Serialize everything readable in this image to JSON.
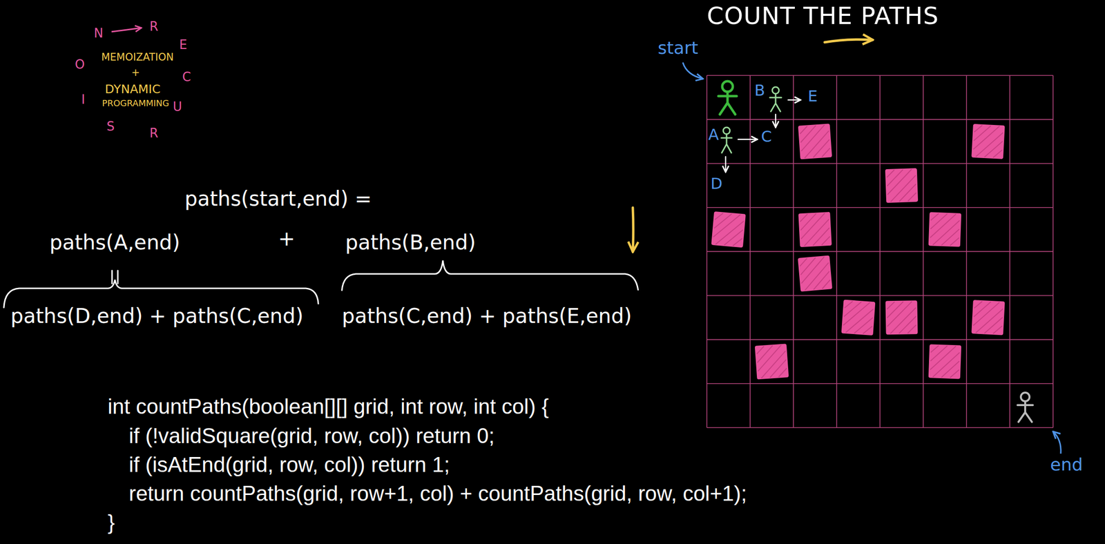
{
  "diagram": {
    "title": "COUNT THE PATHS",
    "labels": [
      "N",
      "R",
      "E",
      "C",
      "U",
      "R",
      "S",
      "I",
      "O",
      "MEMOIZATION",
      "+",
      "DYNAMIC",
      "PROGRAMMING",
      "start",
      "B",
      "E",
      "A",
      "C",
      "D",
      "paths(start,end) =",
      "paths(A,end)",
      "+",
      "paths(B,end)",
      "paths(D,end) + paths(C,end)",
      "paths(C,end) + paths(E,end)",
      "end",
      "int countPaths(boolean[][] grid, int row, int col) {",
      "if (!validSquare(grid, row, col)) return 0;",
      "if (isAtEnd(grid, row, col)) return 1;",
      "return countPaths(grid, row+1, col) + countPaths(grid, row, col+1);",
      "}"
    ]
  }
}
